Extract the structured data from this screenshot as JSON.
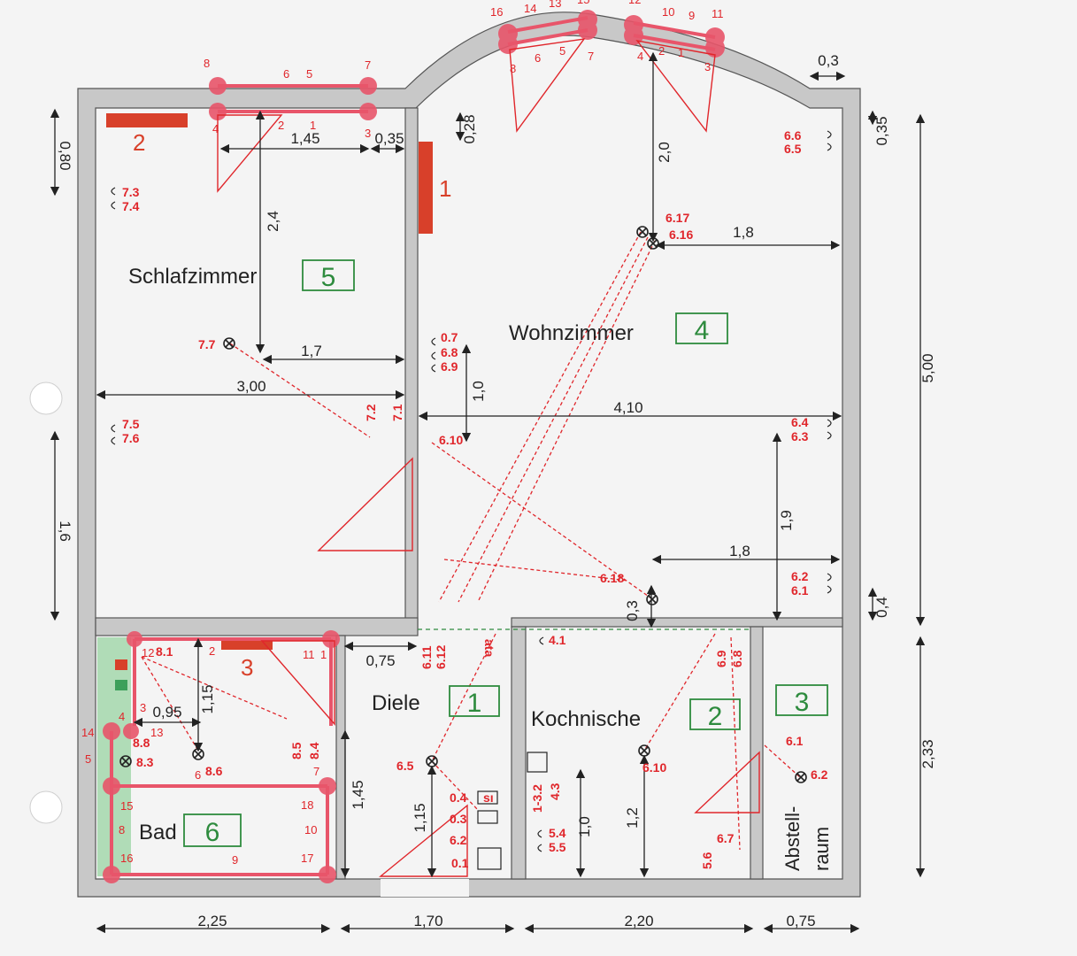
{
  "rooms": {
    "schlafzimmer": {
      "label": "Schlafzimmer",
      "number": "5"
    },
    "wohnzimmer": {
      "label": "Wohnzimmer",
      "number": "4"
    },
    "diele": {
      "label": "Diele",
      "number": "1"
    },
    "kochnische": {
      "label": "Kochnische",
      "number": "2"
    },
    "abstellraum": {
      "label_line1": "Abstell-",
      "label_line2": "raum",
      "number": "3"
    },
    "bad": {
      "label": "Bad",
      "number": "6"
    }
  },
  "dimensions": {
    "bottom_225": "2,25",
    "bottom_170": "1,70",
    "bottom_220": "2,20",
    "bottom_075": "0,75",
    "right_500": "5,00",
    "right_233": "2,33",
    "top_03": "0,3",
    "top_035": "0,35",
    "top_028": "0,28",
    "schlaf_145": "1,45",
    "schlaf_035": "0,35",
    "schlaf_24": "2,4",
    "schlaf_17": "1,7",
    "width_300": "3,00",
    "wohn_20": "2,0",
    "wohn_18a": "1,8",
    "wohn_10": "1,0",
    "width_410": "4,10",
    "wohn_19": "1,9",
    "wohn_18b": "1,8",
    "wohn_03": "0,3",
    "right_04": "0,4",
    "diele_075": "0,75",
    "bad_115": "1,15",
    "bad_095": "0,95",
    "diele_145": "1,45",
    "diele_115": "1,15",
    "koch_10": "1,0",
    "koch_12": "1,2",
    "left_080": "0,80",
    "left_16": "1,6"
  },
  "electrical": {
    "e617": "6.17",
    "e616": "6.16",
    "e66": "6.6",
    "e65": "6.5",
    "e73": "7.3",
    "e74": "7.4",
    "e77": "7.7",
    "e07": "0.7",
    "e68": "6.8",
    "e69": "6.9",
    "e75": "7.5",
    "e76": "7.6",
    "e72": "7.2",
    "e71": "7.1",
    "e610": "6.10",
    "e64": "6.4",
    "e63": "6.3",
    "e618": "6.18",
    "e62r": "6.2",
    "e61r": "6.1",
    "e611": "6.11",
    "e612": "6.12",
    "e_gdr": "ata",
    "e41": "4.1",
    "e69b": "6.9",
    "e68b": "6.8",
    "e81": "8.1",
    "e85": "8.5",
    "e84": "8.4",
    "e83": "8.3",
    "e86": "8.6",
    "e88": "8.8",
    "e65d": "6.5",
    "e04": "0.4",
    "e03": "0.3",
    "e62d": "6.2",
    "e01": "0.1",
    "e132": "1-3.2",
    "e43": "4.3",
    "e54": "5.4",
    "e55": "5.5",
    "e610k": "6.10",
    "e56": "5.6",
    "e67": "6.7",
    "e61a": "6.1",
    "e62a": "6.2",
    "e_sw": "sı"
  },
  "window_numbers": {
    "w16": "16",
    "w14": "14",
    "w13": "13",
    "w15": "15",
    "w12": "12",
    "w10": "10",
    "w9": "9",
    "w11": "11",
    "w8a": "8",
    "w6a": "6",
    "w5a": "5",
    "w7a": "7",
    "w4a": "4",
    "w2a": "2",
    "w1a": "1",
    "w3a": "3",
    "s8": "8",
    "s6": "6",
    "s5": "5",
    "s7": "7",
    "s4": "4",
    "s2": "2",
    "s1": "1",
    "s3": "3",
    "b1": "1",
    "b2": "2",
    "b3": "3",
    "b4": "4",
    "b11": "11",
    "b14": "14",
    "b13": "13",
    "b5": "5",
    "b6": "6",
    "b7": "7",
    "b15": "15",
    "b18": "18",
    "b8": "8",
    "b10": "10",
    "b16": "16",
    "b9": "9",
    "b17": "17",
    "b12": "12"
  },
  "radiators": {
    "r1": "1",
    "r2": "2",
    "r3": "3"
  },
  "colors": {
    "wall_fill": "#c8c8c8",
    "wall_stroke": "#555555",
    "accent_red": "#e0262b",
    "window_pink": "#e8556a",
    "room_number_green": "#2e8b3e",
    "radiator": "#d8402a",
    "tile_green": "#9fd6a8"
  }
}
